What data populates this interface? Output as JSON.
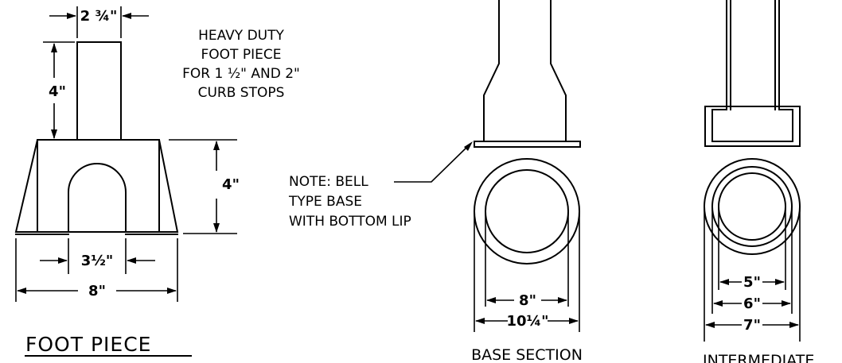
{
  "foot_piece": {
    "title": "FOOT PIECE",
    "note_lines": [
      "HEAVY DUTY",
      "FOOT PIECE",
      "FOR 1 ½\" AND 2\"",
      "CURB STOPS"
    ],
    "dim_top_width": "2 ¾\"",
    "dim_stem_height": "4\"",
    "dim_base_height": "4\"",
    "dim_arch_width": "3½\"",
    "dim_base_width": "8\""
  },
  "base_section": {
    "title": "BASE SECTION",
    "note_lines": [
      "NOTE: BELL",
      "TYPE BASE",
      "WITH BOTTOM LIP"
    ],
    "dim_inner": "8\"",
    "dim_outer": "10¼\""
  },
  "intermediate": {
    "title": "INTERMEDIATE",
    "dim_a": "5\"",
    "dim_b": "6\"",
    "dim_c": "7\""
  }
}
